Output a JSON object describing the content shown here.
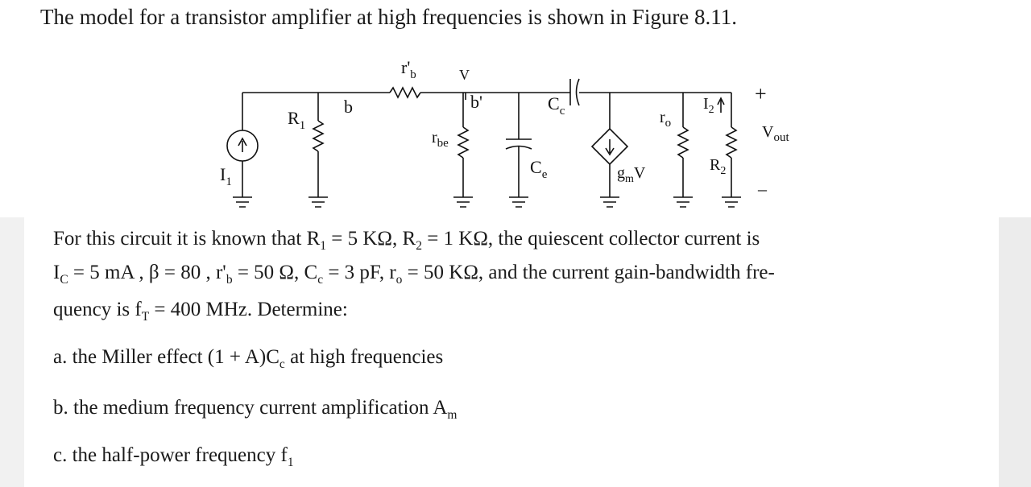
{
  "header": {
    "text": "The model for a transistor amplifier at high frequencies is shown in Figure 8.11."
  },
  "circuit": {
    "labels": {
      "rb_prime": "r'",
      "rb_sub": "b",
      "v": "V",
      "b": "b",
      "b_prime": "b'",
      "r1": "R",
      "r1_sub": "1",
      "i1": "I",
      "i1_sub": "1",
      "rbe": "r",
      "rbe_sub": "be",
      "cc": "C",
      "cc_sub": "c",
      "ce": "C",
      "ce_sub": "e",
      "gm": "g",
      "gm_sub": "m",
      "gm_v": "V",
      "ro": "r",
      "ro_sub": "o",
      "i2": "I",
      "i2_sub": "2",
      "r2": "R",
      "r2_sub": "2",
      "plus": "+",
      "minus": "–",
      "vout": "V",
      "vout_sub": "out"
    }
  },
  "problem": {
    "line1": {
      "prefix": "For this circuit it is known that ",
      "r1": "R",
      "r1_sub": "1",
      "r1_val": " = 5 KΩ, ",
      "r2": "R",
      "r2_sub": "2",
      "r2_val": " = 1 KΩ, the quiescent collector current is"
    },
    "line2": {
      "ic": "I",
      "ic_sub": "C",
      "ic_val": " = 5 mA , β = 80 , ",
      "rb": "r'",
      "rb_sub": "b",
      "rb_val": " = 50 Ω, ",
      "cc": "C",
      "cc_sub": "c",
      "cc_val": " = 3 pF, ",
      "ro": "r",
      "ro_sub": "o",
      "ro_val": " = 50 KΩ, and the current gain-bandwidth fre-"
    },
    "line3": {
      "prefix": "quency is ",
      "ft": "f",
      "ft_sub": "T",
      "ft_val": " = 400 MHz. Determine:"
    },
    "a": {
      "text": "a. the Miller effect (1 + A)C",
      "sub": "c",
      "tail": " at high frequencies"
    },
    "b": {
      "text": "b. the medium frequency current amplification A",
      "sub": "m"
    },
    "c": {
      "text": "c. the half-power frequency f",
      "sub": "1"
    }
  }
}
